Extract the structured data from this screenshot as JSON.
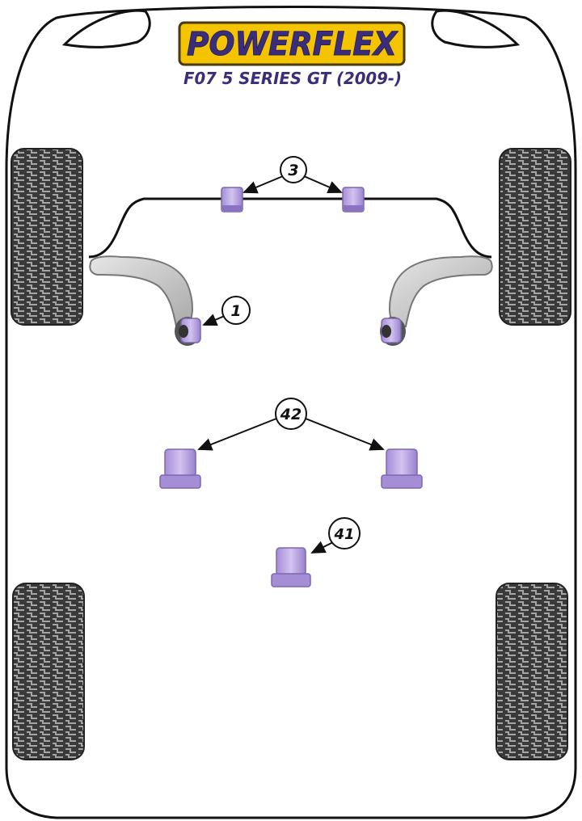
{
  "brand": {
    "logo_text": "POWERFLEX",
    "logo_bg_color": "#f5c400",
    "logo_edge_color": "#4a3a10",
    "logo_text_color": "#3a2d7a"
  },
  "vehicle": {
    "subtitle": "F07 5 SERIES GT (2009-)"
  },
  "colors": {
    "outline": "#111111",
    "bushing_body": "#b9a3e0",
    "bushing_shade": "#8c73c2",
    "bushing_rim": "#7d66b3",
    "tyre_dark": "#3a3a3a",
    "tyre_light": "#9a9a9a",
    "arm_fill": "#c8c8c8",
    "arm_edge": "#777777"
  },
  "callouts": [
    {
      "id": "callout-3",
      "label": "3"
    },
    {
      "id": "callout-1",
      "label": "1"
    },
    {
      "id": "callout-42",
      "label": "42"
    },
    {
      "id": "callout-41",
      "label": "41"
    }
  ]
}
